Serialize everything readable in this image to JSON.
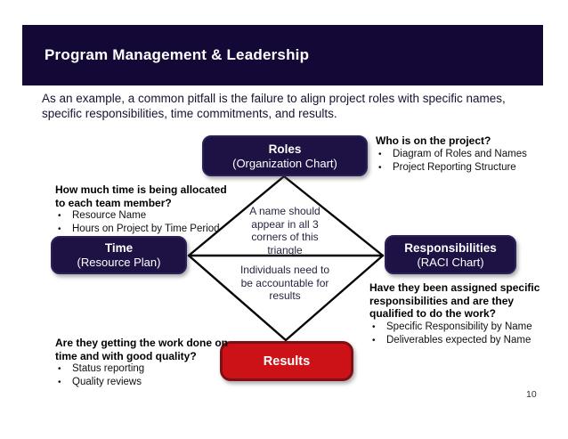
{
  "slide": {
    "title": "Program Management & Leadership",
    "intro": "As an example, a common pitfall is the failure to align project roles with specific names, specific responsibilities, time commitments, and results.",
    "page_number": "10",
    "bullet_char": "•"
  },
  "diagram": {
    "nodes": {
      "roles": {
        "title": "Roles",
        "subtitle": "(Organization Chart)"
      },
      "time": {
        "title": "Time",
        "subtitle": "(Resource Plan)"
      },
      "responsibilities": {
        "title": "Responsibilities",
        "subtitle": "(RACI Chart)"
      },
      "results": {
        "title": "Results"
      }
    },
    "center_notes": {
      "top": "A name should appear in all 3 corners of this triangle",
      "bottom": "Individuals need to be accountable for results"
    }
  },
  "annotations": {
    "roles": {
      "heading": "Who is on the project?",
      "bullets": [
        "Diagram of Roles and Names",
        "Project Reporting Structure"
      ]
    },
    "time": {
      "heading": "How much time is being allocated to each team member?",
      "bullets": [
        "Resource Name",
        "Hours on Project by Time Period"
      ]
    },
    "responsibilities": {
      "heading": "Have they been assigned specific responsibilities and are they qualified to do the work?",
      "bullets": [
        "Specific Responsibility by Name",
        "Deliverables expected by Name"
      ]
    },
    "results": {
      "heading": "Are they getting the work done on time and with good quality?",
      "bullets": [
        "Status reporting",
        "Quality reviews"
      ]
    }
  },
  "colors": {
    "header_navy": "#140936",
    "node_navy": "#1d1243",
    "results_red": "#cc1216",
    "results_border": "#7e1013",
    "line_black": "#060606"
  }
}
